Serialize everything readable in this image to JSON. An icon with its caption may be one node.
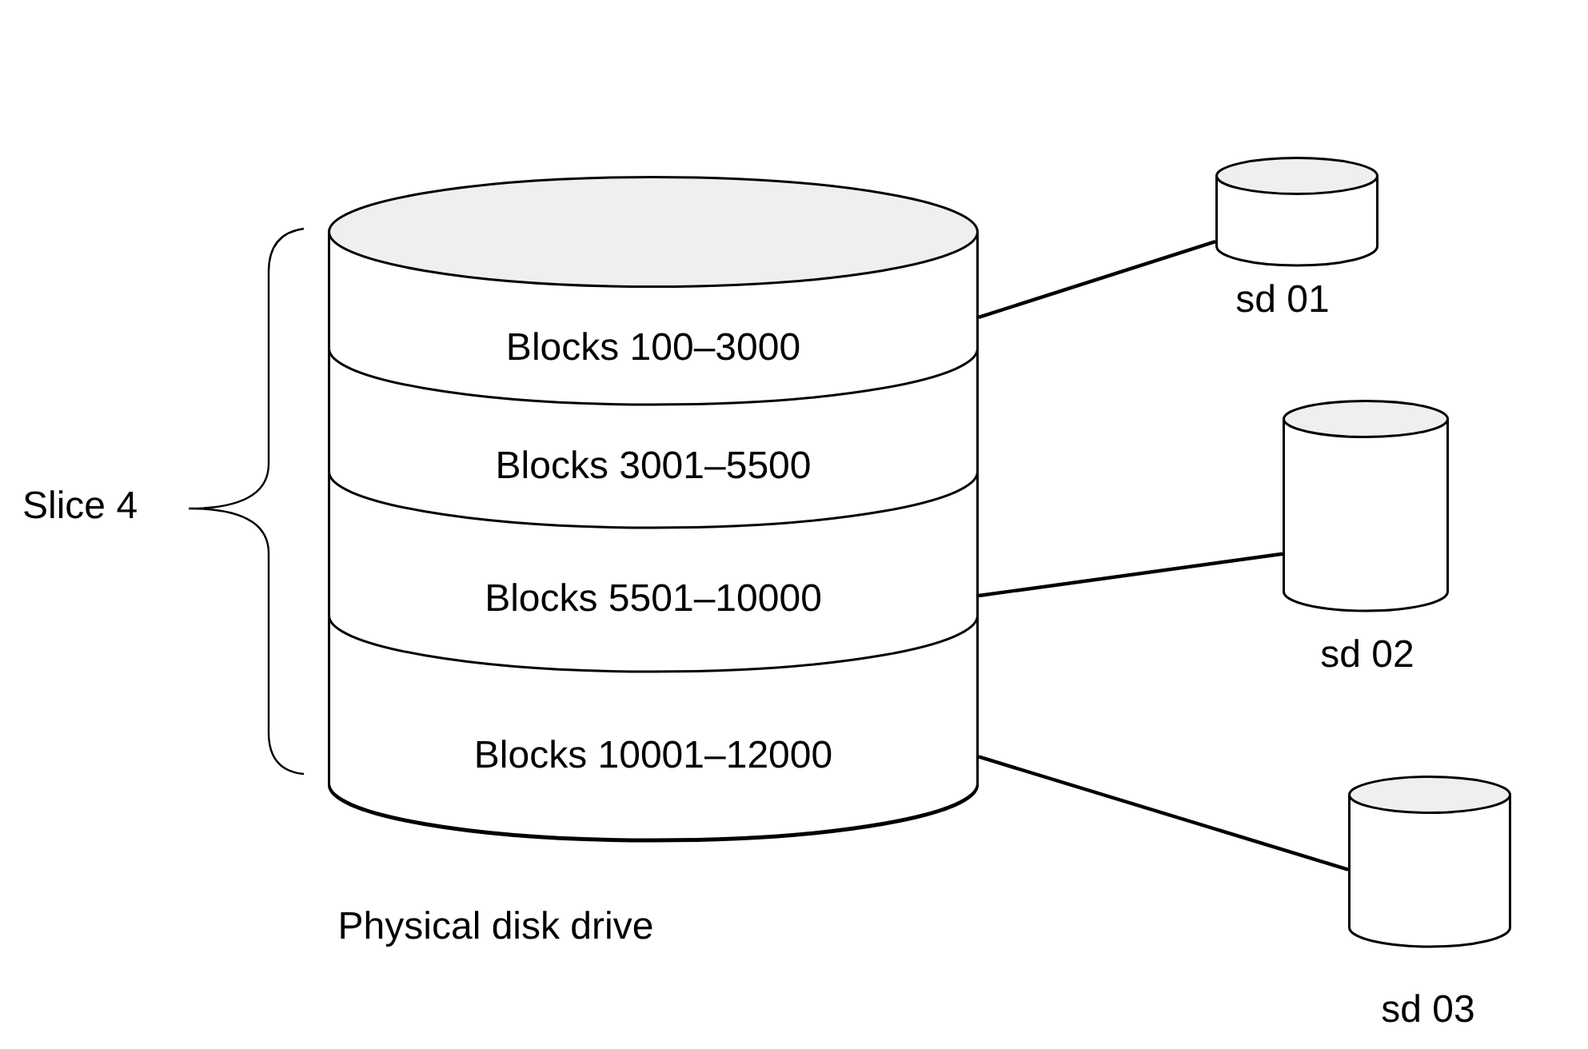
{
  "diagram": {
    "nodes": [
      {
        "text": [],
        "shape": "cylinder",
        "beside": [
          "Physical disk drive"
        ]
      },
      {
        "text": [
          "Blocks 100–3000"
        ],
        "in": 0
      },
      {
        "text": [
          "Blocks 3001–5500"
        ],
        "in": 0
      },
      {
        "text": [
          "Blocks 5501–10000"
        ],
        "in": 0
      },
      {
        "text": [
          "Blocks 10001–12000"
        ],
        "in": 0
      },
      {
        "text": [],
        "shape": "cylinder",
        "beside": [
          "sd 01"
        ]
      },
      {
        "text": [],
        "shape": "cylinder",
        "beside": [
          "sd 02"
        ]
      },
      {
        "text": [],
        "shape": "cylinder",
        "beside": [
          "sd 03"
        ]
      }
    ],
    "edges": [
      {
        "from": 1,
        "to": 5,
        "arrow": "none"
      },
      {
        "from": 3,
        "to": 6,
        "arrow": "none"
      },
      {
        "from": 4,
        "to": 7,
        "arrow": "none"
      }
    ],
    "labels": [
      "Slice 4"
    ]
  }
}
